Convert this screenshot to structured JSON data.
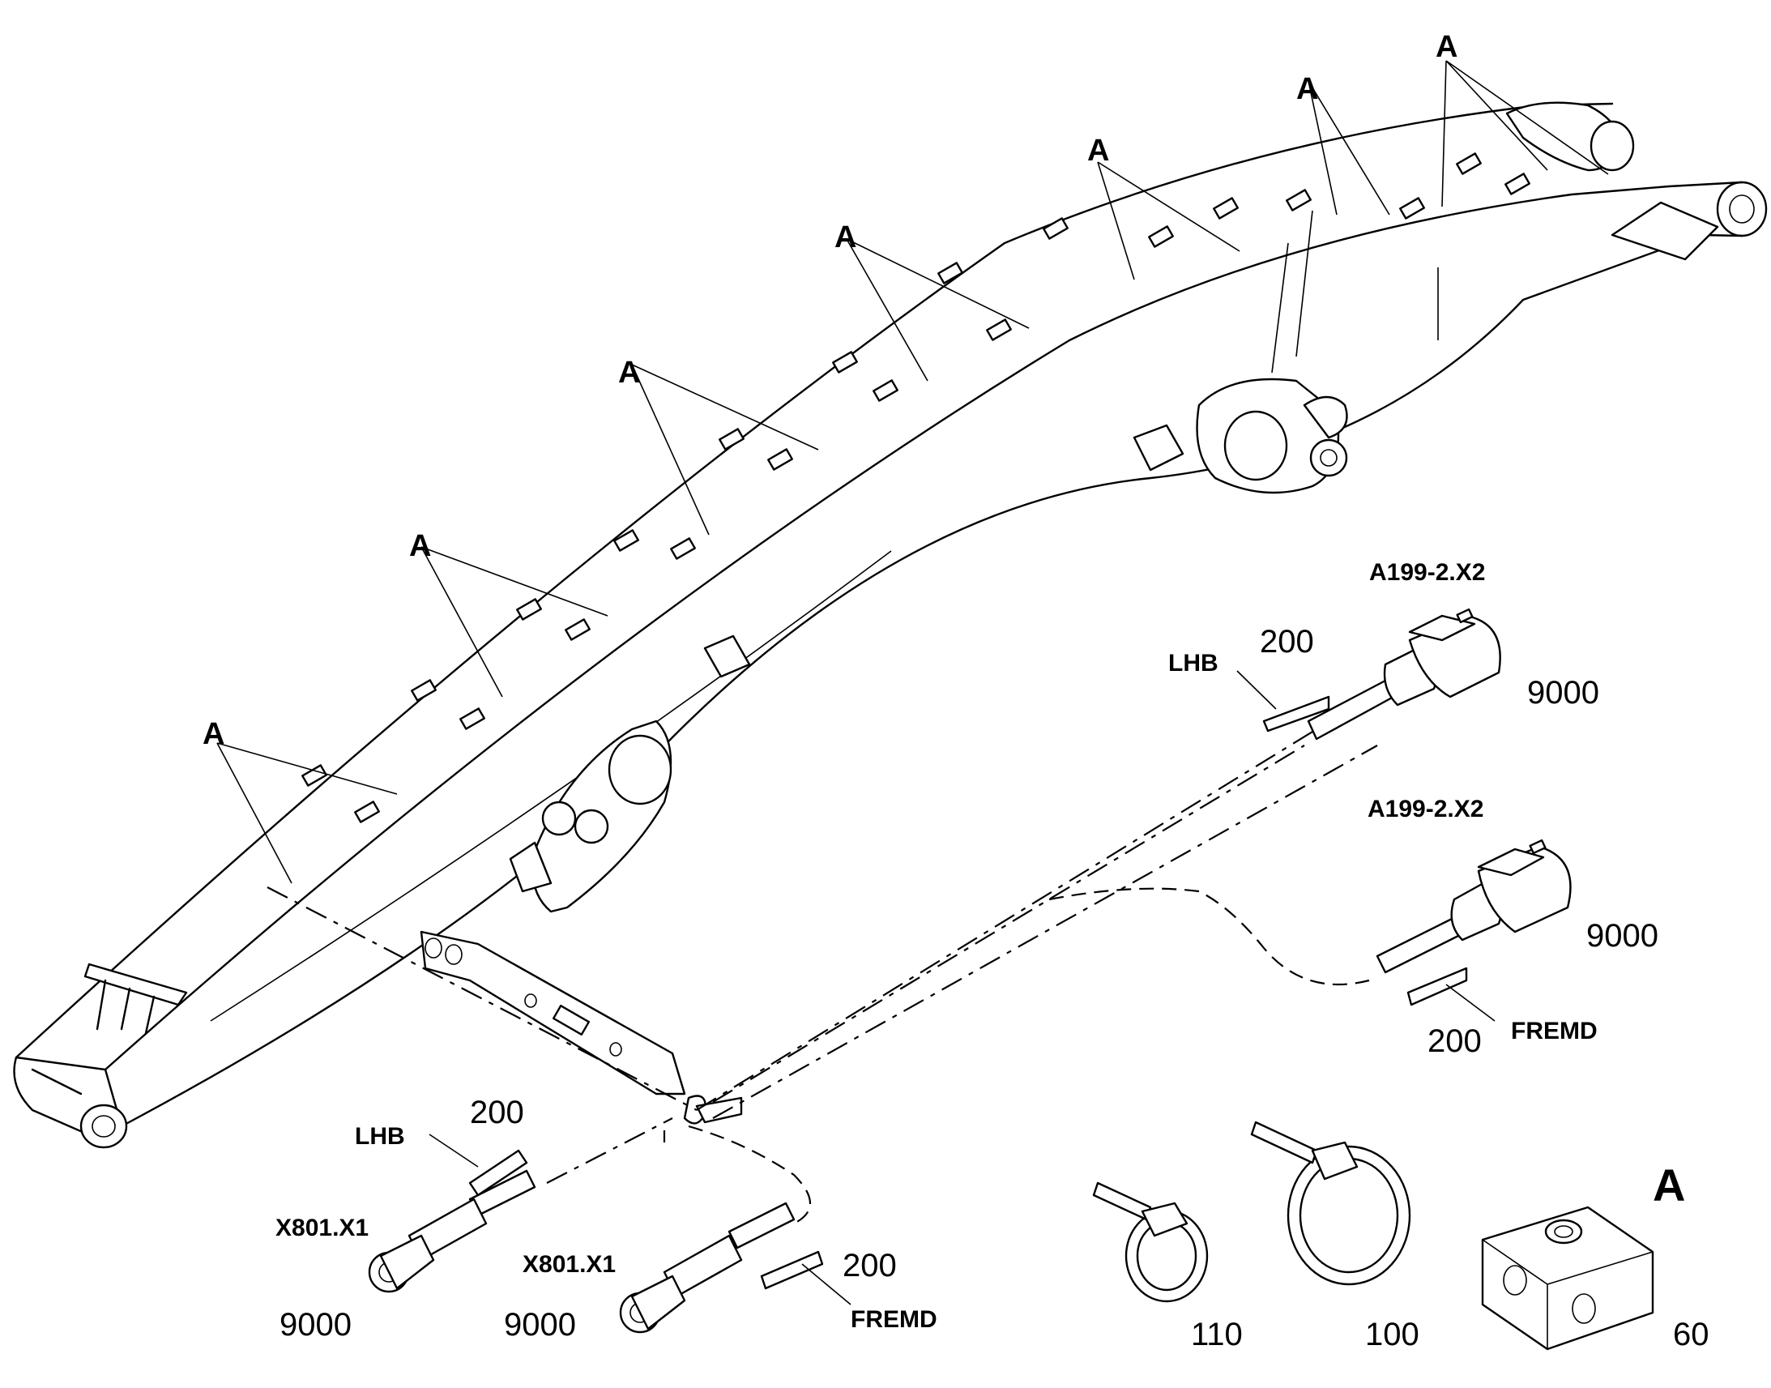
{
  "callouts": {
    "section_marker": "A",
    "connector_top_1": "A199-2.X2",
    "connector_top_2": "A199-2.X2",
    "connector_bottom_1": "X801.X1",
    "connector_bottom_2": "X801.X1",
    "lhb_1": "LHB",
    "lhb_2": "LHB",
    "fremd_1": "FREMD",
    "fremd_2": "FREMD",
    "seal_1": "200",
    "seal_2": "200",
    "seal_3": "200",
    "seal_4": "200",
    "connector_1": "9000",
    "connector_2": "9000",
    "connector_3": "9000",
    "connector_4": "9000",
    "cable_tie_small": "110",
    "cable_tie_large": "100",
    "clamp_block": "60",
    "detail_label": "A"
  }
}
